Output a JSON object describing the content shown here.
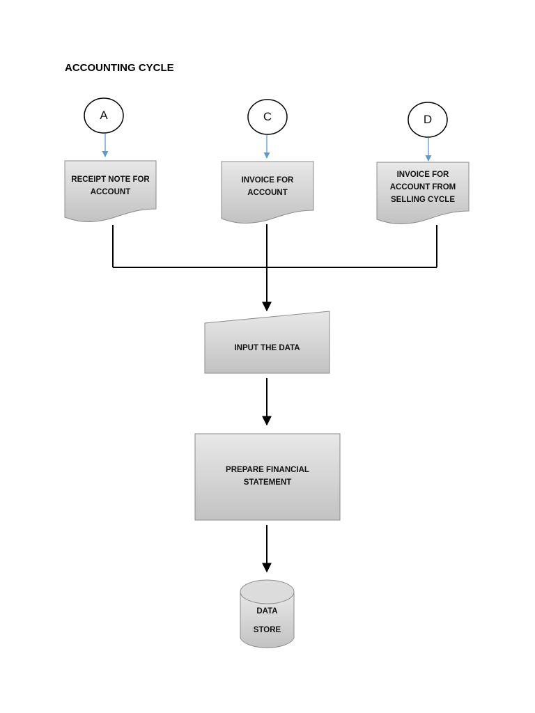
{
  "title": "ACCOUNTING CYCLE",
  "connectors": [
    {
      "id": "A",
      "label": "A"
    },
    {
      "id": "C",
      "label": "C"
    },
    {
      "id": "D",
      "label": "D"
    }
  ],
  "documents": [
    {
      "id": "receipt",
      "lines": [
        "RECEIPT NOTE FOR",
        "ACCOUNT"
      ]
    },
    {
      "id": "invoice",
      "lines": [
        "INVOICE FOR",
        "ACCOUNT"
      ]
    },
    {
      "id": "invoice_selling",
      "lines": [
        "INVOICE FOR",
        "ACCOUNT FROM",
        "SELLING CYCLE"
      ]
    }
  ],
  "input_step": {
    "label": "INPUT THE DATA"
  },
  "process_step": {
    "lines": [
      "PREPARE FINANCIAL",
      "STATEMENT"
    ]
  },
  "data_store": {
    "line1": "DATA",
    "line2": "STORE"
  },
  "colors": {
    "shape_fill_top": "#e6e6e6",
    "shape_fill_bottom": "#c4c4c4",
    "shape_stroke": "#8c8c8c",
    "connector_arrow": "#5b9bd5",
    "flow_line": "#000000"
  }
}
